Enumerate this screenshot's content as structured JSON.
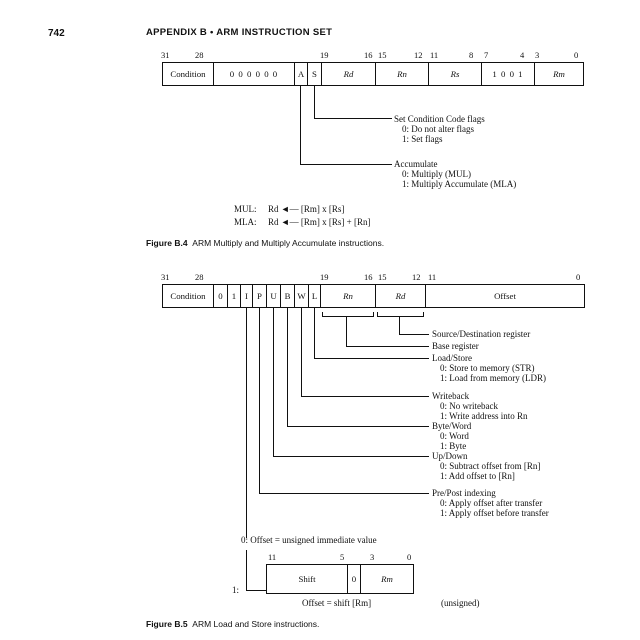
{
  "page": {
    "number": "742",
    "header": "APPENDIX B  •  ARM INSTRUCTION SET"
  },
  "fig_b4": {
    "bit_numbers": [
      "31",
      "28",
      "19",
      "16",
      "15",
      "12",
      "11",
      "8",
      "7",
      "4",
      "3",
      "0"
    ],
    "fields": [
      "Condition",
      "0 0 0 0 0 0",
      "A",
      "S",
      "Rd",
      "Rn",
      "Rs",
      "1 0 0 1",
      "Rm"
    ],
    "callouts": [
      {
        "title": "Set Condition Code flags",
        "options": [
          "0: Do not alter flags",
          "1: Set flags"
        ]
      },
      {
        "title": "Accumulate",
        "options": [
          "0: Multiply (MUL)",
          "1: Multiply Accumulate (MLA)"
        ]
      }
    ],
    "equations": [
      {
        "op": "MUL:",
        "expr": "Rd ◄— [Rm] x [Rs]"
      },
      {
        "op": "MLA:",
        "expr": "Rd ◄— [Rm] x [Rs] + [Rn]"
      }
    ],
    "caption_label": "Figure B.4",
    "caption_text": "ARM Multiply and Multiply Accumulate instructions."
  },
  "fig_b5": {
    "bit_numbers": [
      "31",
      "28",
      "19",
      "16",
      "15",
      "12",
      "11",
      "0"
    ],
    "fields": [
      "Condition",
      "0",
      "1",
      "I",
      "P",
      "U",
      "B",
      "W",
      "L",
      "Rn",
      "Rd",
      "Offset"
    ],
    "callouts": [
      {
        "title": "Source/Destination register",
        "options": []
      },
      {
        "title": "Base register",
        "options": []
      },
      {
        "title": "Load/Store",
        "options": [
          "0: Store to memory (STR)",
          "1: Load from memory (LDR)"
        ]
      },
      {
        "title": "Writeback",
        "options": [
          "0: No writeback",
          "1: Write address into Rn"
        ]
      },
      {
        "title": "Byte/Word",
        "options": [
          "0: Word",
          "1: Byte"
        ]
      },
      {
        "title": "Up/Down",
        "options": [
          "0: Subtract offset from [Rn]",
          "1: Add offset to [Rn]"
        ]
      },
      {
        "title": "Pre/Post indexing",
        "options": [
          "0: Apply offset after transfer",
          "1: Apply offset before transfer"
        ]
      }
    ],
    "offset_zero": "0:  Offset = unsigned immediate value",
    "offset_one_prefix": "1:",
    "sub_bits": [
      "11",
      "5",
      "3",
      "0"
    ],
    "sub_fields": [
      "Shift",
      "0",
      "Rm"
    ],
    "sub_caption": "Offset = shift [Rm]",
    "sub_note": "(unsigned)",
    "caption_label": "Figure B.5",
    "caption_text": "ARM Load and Store instructions."
  }
}
